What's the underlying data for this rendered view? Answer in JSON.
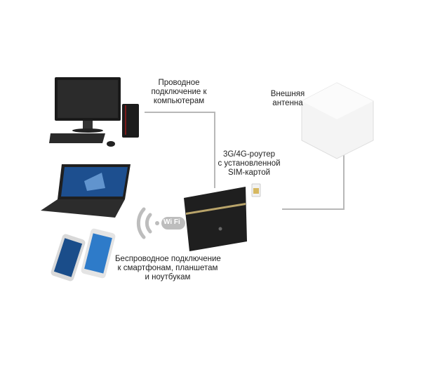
{
  "labels": {
    "wired": [
      "Проводное",
      "подключение к",
      "компьютерам"
    ],
    "antenna": [
      "Внешняя",
      "антенна"
    ],
    "router": [
      "3G/4G-роутер",
      "с установленной",
      "SIM-картой"
    ],
    "wireless": [
      "Беспроводное подключение",
      "к смартфонам, планшетам",
      "и ноутбукам"
    ],
    "wifi_badge": "Wi Fi"
  },
  "colors": {
    "line": "#b8b8b8",
    "device": "#1e1e1e",
    "gold": "#b9a46a",
    "wifi": "#bdbdbd"
  }
}
